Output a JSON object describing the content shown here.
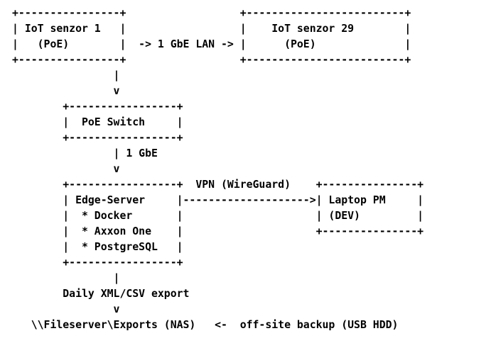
{
  "diagram": {
    "background": "#ffffff",
    "text_color": "#000000",
    "ascii_lines": [
      "+----------------+                  +-------------------------+",
      "| IoT senzor 1   |                  |    IoT senzor 29        |",
      "|   (PoE)        |  -> 1 GbE LAN -> |      (PoE)              |",
      "+----------------+                  +-------------------------+",
      "                |",
      "                v",
      "        +-----------------+",
      "        |  PoE Switch     |",
      "        +-----------------+",
      "                | 1 GbE",
      "                v",
      "        +-----------------+  VPN (WireGuard)    +---------------+",
      "        | Edge-Server     |-------------------->| Laptop PM     |",
      "        |  * Docker       |                     | (DEV)         |",
      "        |  * Axxon One    |                     +---------------+",
      "        |  * PostgreSQL   |",
      "        +-----------------+",
      "                |",
      "        Daily XML/CSV export",
      "                v",
      "   \\\\Fileserver\\Exports (NAS)   <-  off-site backup (USB HDD)"
    ],
    "nodes": [
      {
        "label": "IoT senzor 1",
        "sub_label": "(PoE)"
      },
      {
        "label": "IoT senzor 29",
        "sub_label": "(PoE)"
      },
      {
        "label": "PoE Switch"
      },
      {
        "label": "Edge-Server",
        "items": [
          "* Docker",
          "* Axxon One",
          "* PostgreSQL"
        ]
      },
      {
        "label": "Laptop PM",
        "sub_label": "(DEV)"
      }
    ],
    "connections": [
      {
        "label": "-> 1 GbE LAN ->",
        "from": "IoT senzor 1",
        "to": "IoT senzor 29"
      },
      {
        "label": "1 GbE",
        "from": "PoE Switch",
        "to": "Edge-Server"
      },
      {
        "label": "VPN (WireGuard)",
        "from": "Edge-Server",
        "to": "Laptop PM"
      },
      {
        "label": "Daily XML/CSV export",
        "from": "Edge-Server",
        "to": "\\\\Fileserver\\Exports (NAS)"
      },
      {
        "label": "<-  off-site backup (USB HDD)",
        "from": "USB HDD",
        "to": "\\\\Fileserver\\Exports (NAS)"
      }
    ]
  }
}
